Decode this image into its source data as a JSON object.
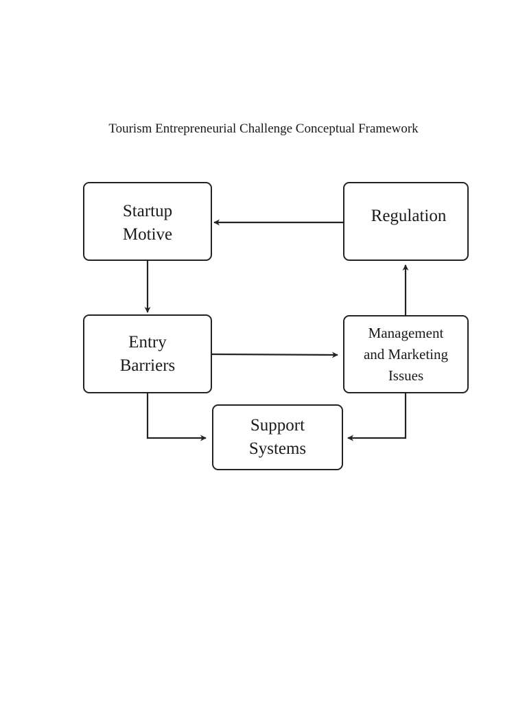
{
  "title": "Tourism Entrepreneurial Challenge Conceptual Framework",
  "nodes": {
    "startup_motive": "Startup\nMotive",
    "regulation": "Regulation",
    "entry_barriers": "Entry\nBarriers",
    "management_marketing": "Management\nand Marketing\nIssues",
    "support_systems": "Support\nSystems"
  },
  "edges": [
    {
      "from": "Regulation",
      "to": "Startup Motive"
    },
    {
      "from": "Startup Motive",
      "to": "Entry Barriers"
    },
    {
      "from": "Entry Barriers",
      "to": "Management and Marketing Issues"
    },
    {
      "from": "Management and Marketing Issues",
      "to": "Regulation"
    },
    {
      "from": "Entry Barriers",
      "to": "Support Systems"
    },
    {
      "from": "Management and Marketing Issues",
      "to": "Support Systems"
    }
  ],
  "colors": {
    "stroke": "#222222",
    "background": "#ffffff",
    "text": "#1a1a1a"
  }
}
